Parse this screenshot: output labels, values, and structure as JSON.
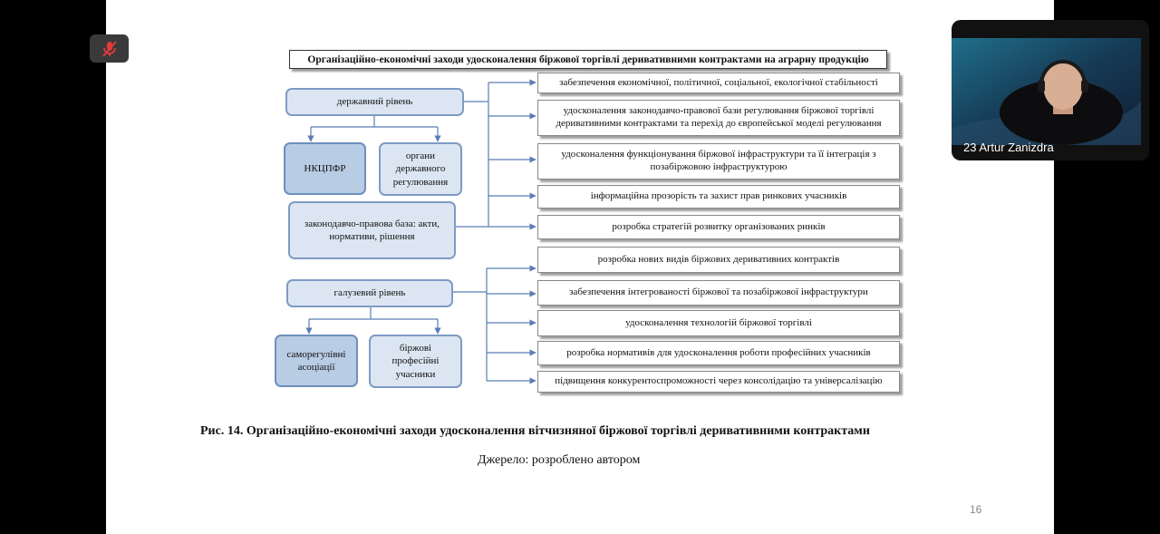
{
  "diagram": {
    "title": "Організаційно-економічні заходи удосконалення біржової торгівлі деривативними контрактами на аграрну продукцію",
    "left": {
      "state_level": "державний рівень",
      "nkcpfr": "НКЦПФР",
      "state_bodies": "органи державного регулювання",
      "legal_base": "законодавчо-правова база: акти, нормативи, рішення",
      "industry_level": "галузевий рівень",
      "sro": "саморегулівні асоціації",
      "participants": "біржові професійні учасники"
    },
    "measures": [
      "забезпечення економічної, політичної, соціальної, екологічної стабільності",
      "удосконалення законодавчо-правової бази регулювання біржової торгівлі деривативними контрактами та перехід до європейської моделі регулювання",
      "удосконалення функціонування біржової інфраструктури та її інтеграція з позабіржовою інфраструктурою",
      "інформаційна прозорість та захист прав ринкових учасників",
      "розробка стратегій розвитку організованих ринків",
      "розробка нових видів біржових деривативних контрактів",
      "забезпечення інтегрованості біржової та позабіржової інфраструктури",
      "удосконалення технологій біржової торгівлі",
      "розробка нормативів для удосконалення роботи професійних учасників",
      "підвищення конкурентоспроможності через консолідацію та універсалізацію"
    ]
  },
  "caption": "Рис. 14. Організаційно-економічні заходи удосконалення вітчизняної біржової торгівлі деривативними контрактами",
  "source": "Джерело: розроблено автором",
  "page_number": "16",
  "video": {
    "participant_name": "23 Artur Zanizdra"
  },
  "icons": {
    "mic": "microphone-muted-icon"
  },
  "colors": {
    "mic_muted": "#e23b3b",
    "box_fill": "#dce6f2",
    "box_border": "#7f9bc4",
    "connector": "#5b7db5"
  }
}
